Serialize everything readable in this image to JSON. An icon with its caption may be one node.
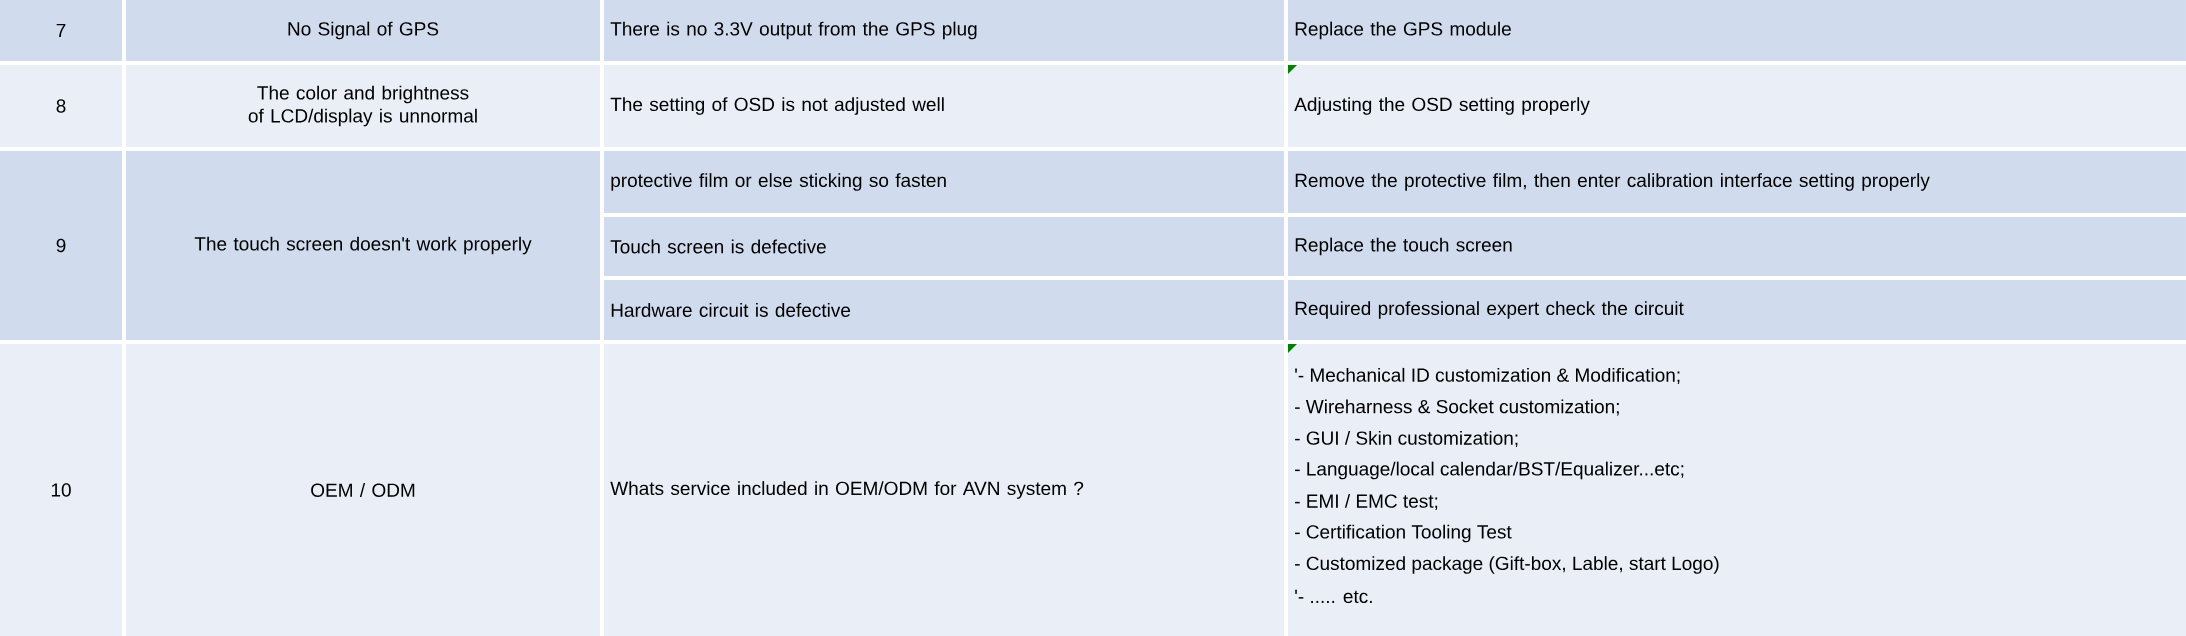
{
  "diagram": {
    "labels": [
      "7",
      "No Signal of GPS",
      "There is no 3.3V output from the GPS plug",
      "Replace the GPS module",
      "8",
      "The color and brightness of LCD/display is unnormal",
      "The setting of OSD is not adjusted well",
      "Adjusting the OSD setting properly",
      "9",
      "The touch screen doesn't work properly",
      "protective film or else sticking so fasten",
      "Remove the protective film, then enter calibration interface  setting properly",
      "Touch screen is defective",
      "Replace the touch screen",
      "Hardware circuit is defective",
      "Required professional expert check the circuit",
      "10",
      "OEM / ODM",
      "Whats service included in OEM/ODM for AVN system ?",
      "'-  Mechanical ID customization & Modification;",
      "-  Wireharness & Socket customization;",
      "-  GUI / Skin customization;",
      "-  Language/local calendar/BST/Equalizer...etc;",
      "-  EMI / EMC test;",
      "-  Certification Tooling Test",
      "-  Customized package (Gift-box, Lable, start Logo)",
      "'-   ..... etc."
    ]
  }
}
